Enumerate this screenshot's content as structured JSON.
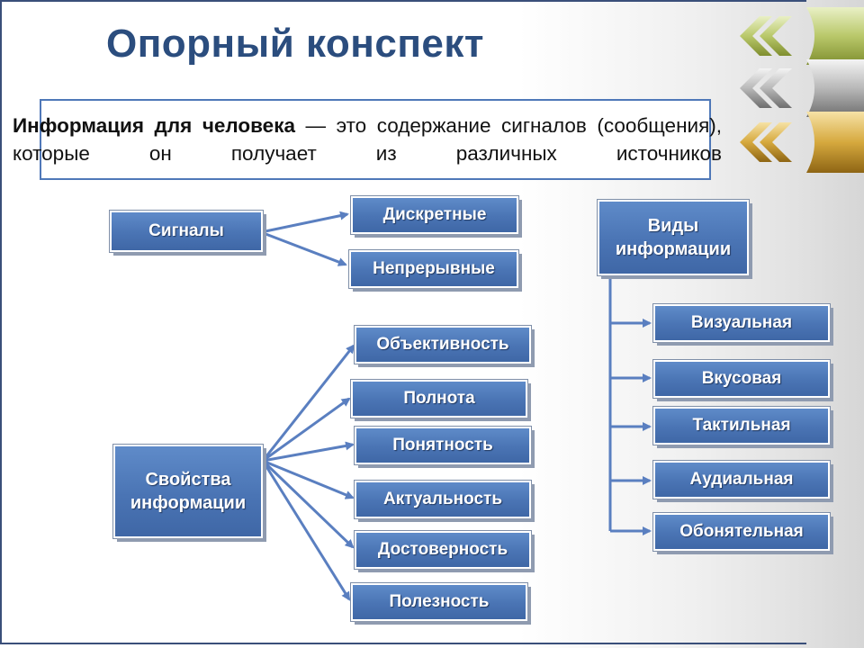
{
  "title": "Опорный конспект",
  "definition": {
    "term": "Информация для человека",
    "text": " — это содержание сигналов (сообщения), которые он получает из различных источников"
  },
  "signals": {
    "label": "Сигналы",
    "types": [
      "Дискретные",
      "Непрерывные"
    ]
  },
  "properties": {
    "label": "Свойства информации",
    "items": [
      "Объективность",
      "Полнота",
      "Понятность",
      "Актуальность",
      "Достоверность",
      "Полезность"
    ]
  },
  "kinds": {
    "label": "Виды информации",
    "items": [
      "Визуальная",
      "Вкусовая",
      "Тактильная",
      "Аудиальная",
      "Обонятельная"
    ]
  },
  "colors": {
    "box_fill": "#4a74b4",
    "title": "#2b4d7e",
    "connector": "#5a7fc0"
  }
}
